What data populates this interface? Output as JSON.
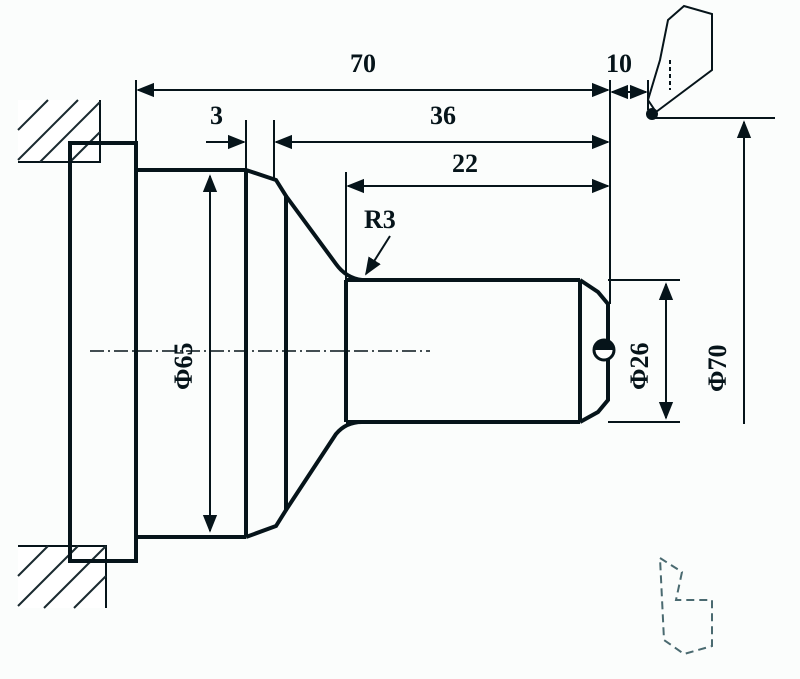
{
  "dimensions": {
    "overall_length": "70",
    "clearance": "10",
    "step_width": "3",
    "length_36": "36",
    "length_22": "22",
    "fillet_radius": "R3",
    "dia_65": "Φ65",
    "dia_26": "Φ26",
    "dia_70": "Φ70"
  },
  "colors": {
    "line": "#06141a",
    "background": "#fbfdfc"
  }
}
